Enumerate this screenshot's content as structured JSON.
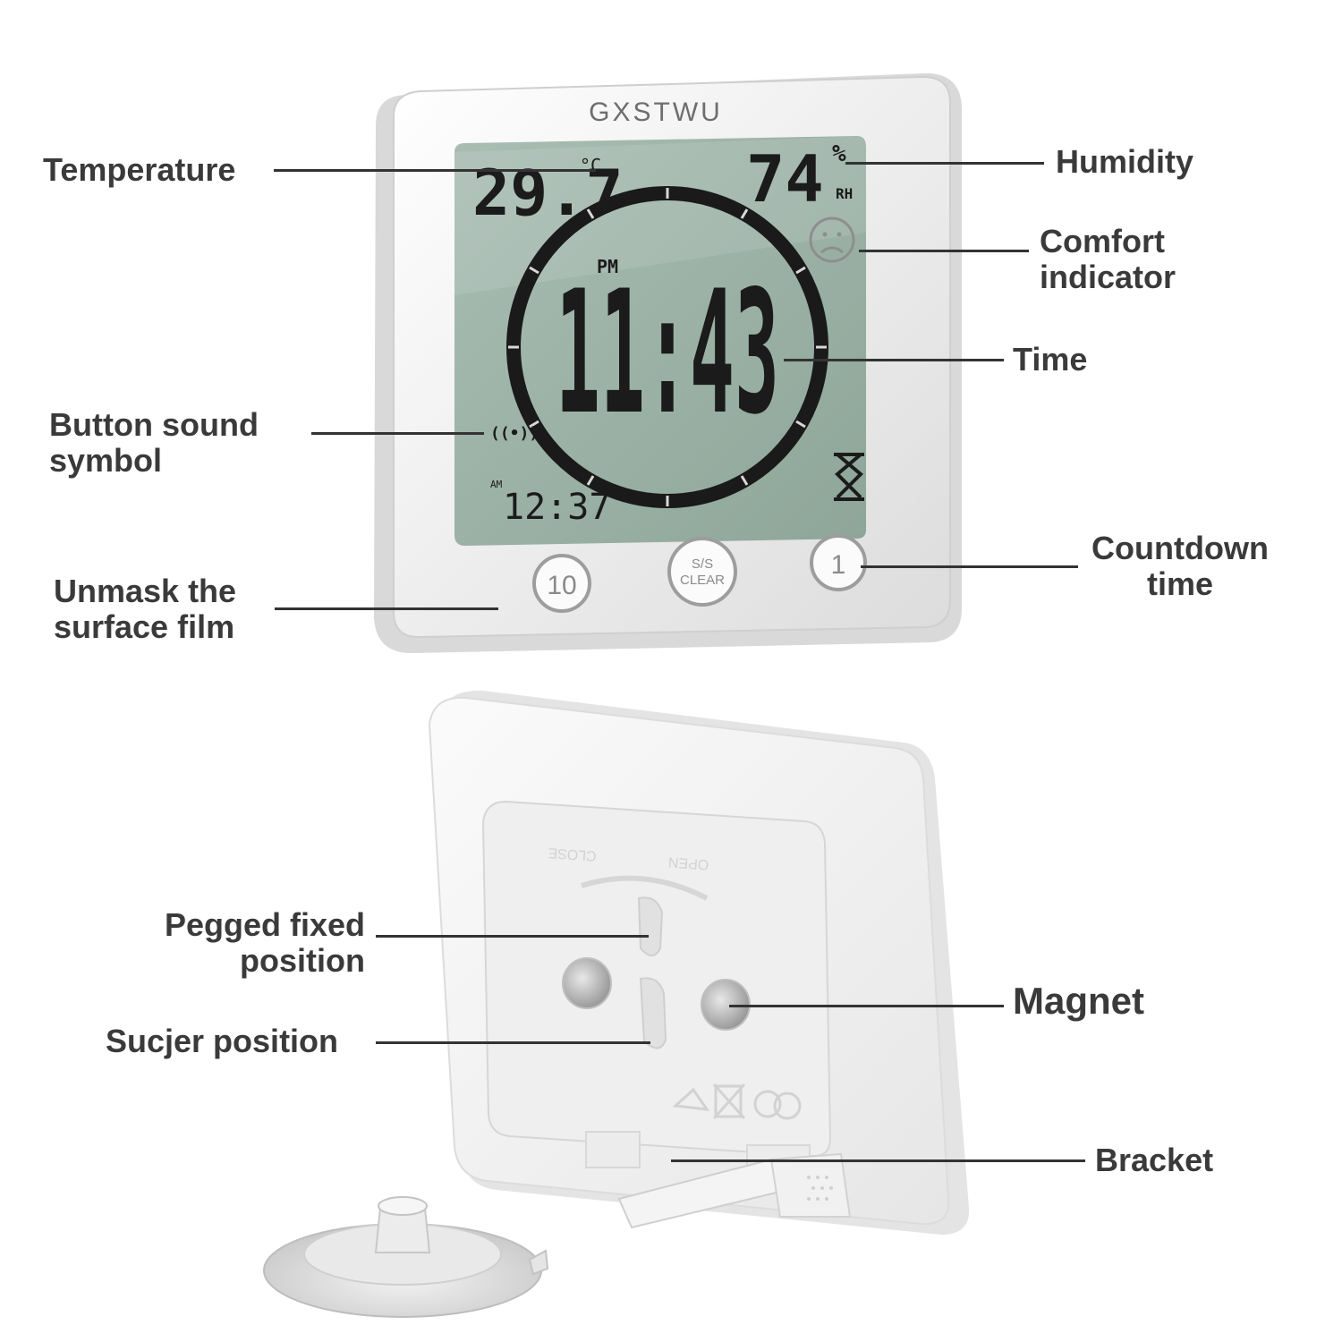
{
  "brand": "GXSTWU",
  "display": {
    "temperature": "29.7",
    "temperature_unit": "°C",
    "humidity": "74",
    "humidity_percent": "%",
    "humidity_unit": "RH",
    "ampm": "PM",
    "time": "11:43",
    "countdown_ampm": "AM",
    "countdown": "12:37",
    "sound_symbol": "((•))",
    "comfort_face": "sad-face-icon",
    "hourglass": "hourglass-icon"
  },
  "buttons": {
    "left": "10",
    "middle_line1": "S/S",
    "middle_line2": "CLEAR",
    "right": "1"
  },
  "labels": {
    "temperature": "Temperature",
    "humidity": "Humidity",
    "comfort_line1": "Comfort",
    "comfort_line2": "indicator",
    "time": "Time",
    "button_sound_line1": "Button sound",
    "button_sound_line2": "symbol",
    "countdown_line1": "Countdown",
    "countdown_line2": "time",
    "unmask_line1": "Unmask the",
    "unmask_line2": "surface film",
    "pegged_line1": "Pegged fixed",
    "pegged_line2": "position",
    "sucker": "Sucjer position",
    "magnet": "Magnet",
    "bracket": "Bracket"
  },
  "back_embossed": {
    "close": "CLOSE",
    "open": "OPEN"
  },
  "colors": {
    "lcd_background": "#9bb2a6",
    "lcd_digits": "#1b1b1b",
    "body_white": "#f7f7f7",
    "label_text": "#3a3a3a"
  }
}
